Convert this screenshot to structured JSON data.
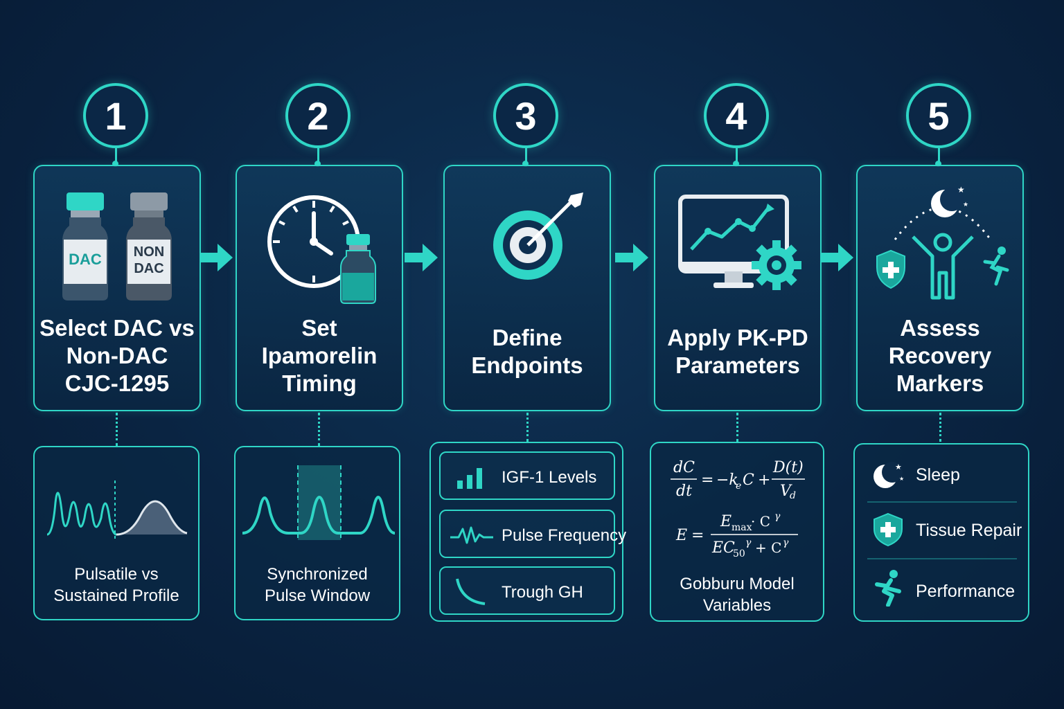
{
  "steps": [
    {
      "number": "1",
      "title": "Select DAC vs\nNon-DAC\nCJC-1295",
      "caption": "Pulsatile vs\nSustained Profile",
      "vial_dac": "DAC",
      "vial_non": "NON\nDAC"
    },
    {
      "number": "2",
      "title": "Set\nIpamorelin\nTiming",
      "caption": "Synchronized\nPulse Window"
    },
    {
      "number": "3",
      "title": "Define\nEndpoints",
      "items": [
        "IGF-1 Levels",
        "Pulse Frequency",
        "Trough GH"
      ]
    },
    {
      "number": "4",
      "title": "Apply PK-PD\nParameters",
      "caption": "Gobburu Model\nVariables"
    },
    {
      "number": "5",
      "title": "Assess\nRecovery\nMarkers",
      "items": [
        "Sleep",
        "Tissue Repair",
        "Performance"
      ]
    }
  ],
  "colors": {
    "accent": "#2fd6c6",
    "background": "#0a2442"
  }
}
